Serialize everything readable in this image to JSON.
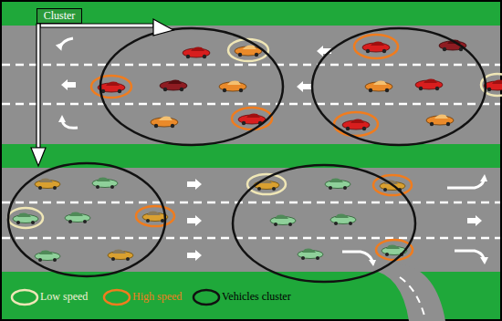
{
  "diagram": {
    "nodes": [
      {
        "text": [
          "Cluster"
        ]
      }
    ],
    "legend": [
      {
        "text": "Low speed"
      },
      {
        "text": "High speed"
      },
      {
        "text": "Vehicles cluster"
      }
    ]
  }
}
